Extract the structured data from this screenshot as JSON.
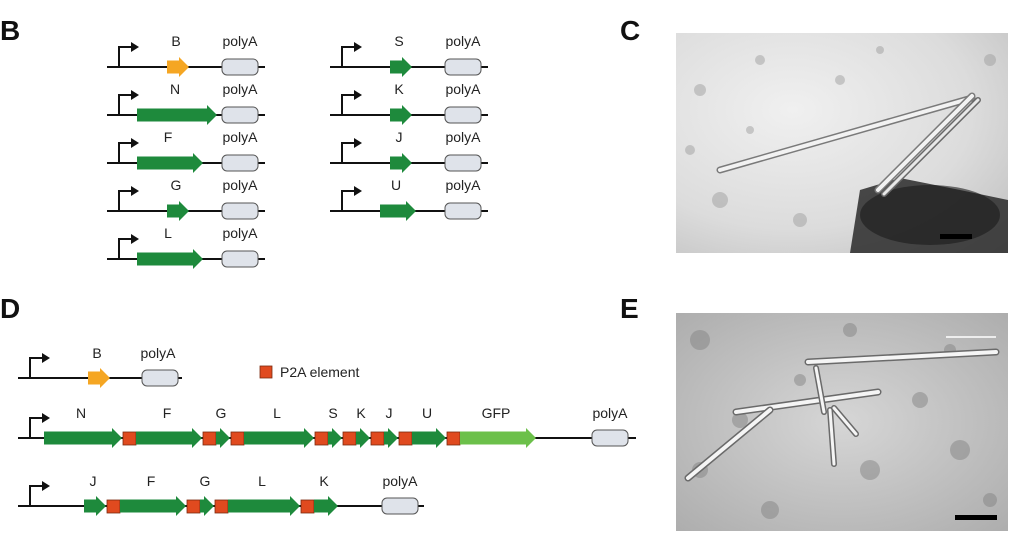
{
  "panels": {
    "B": {
      "label": "B",
      "constructs": [
        {
          "gene": "B",
          "color": "orange",
          "size": "small",
          "polyA": "polyA"
        },
        {
          "gene": "N",
          "color": "green",
          "size": "long",
          "polyA": "polyA"
        },
        {
          "gene": "F",
          "color": "green",
          "size": "medium",
          "polyA": "polyA"
        },
        {
          "gene": "G",
          "color": "green",
          "size": "small",
          "polyA": "polyA"
        },
        {
          "gene": "L",
          "color": "green",
          "size": "medium",
          "polyA": "polyA"
        },
        {
          "gene": "S",
          "color": "green",
          "size": "small",
          "polyA": "polyA"
        },
        {
          "gene": "K",
          "color": "green",
          "size": "small",
          "polyA": "polyA"
        },
        {
          "gene": "J",
          "color": "green",
          "size": "small",
          "polyA": "polyA"
        },
        {
          "gene": "U",
          "color": "green",
          "size": "short",
          "polyA": "polyA"
        }
      ]
    },
    "C": {
      "label": "C"
    },
    "D": {
      "label": "D",
      "legend": {
        "text": "P2A element"
      },
      "constructs": [
        {
          "genes": [
            "B"
          ],
          "polyA": "polyA"
        },
        {
          "genes": [
            "N",
            "F",
            "G",
            "L",
            "S",
            "K",
            "J",
            "U",
            "GFP"
          ],
          "polyA": "polyA"
        },
        {
          "genes": [
            "J",
            "F",
            "G",
            "L",
            "K"
          ],
          "polyA": "polyA"
        }
      ]
    },
    "E": {
      "label": "E"
    }
  },
  "colors": {
    "orange": "#f5a623",
    "green": "#1e8a3c",
    "light_green": "#6cc04a",
    "p2a": "#e04a1f",
    "polyA_fill": "#dfe3ea",
    "line": "#111111"
  },
  "icons": {
    "promoter": "promoter-arrow-icon",
    "p2a": "p2a-square-icon"
  }
}
